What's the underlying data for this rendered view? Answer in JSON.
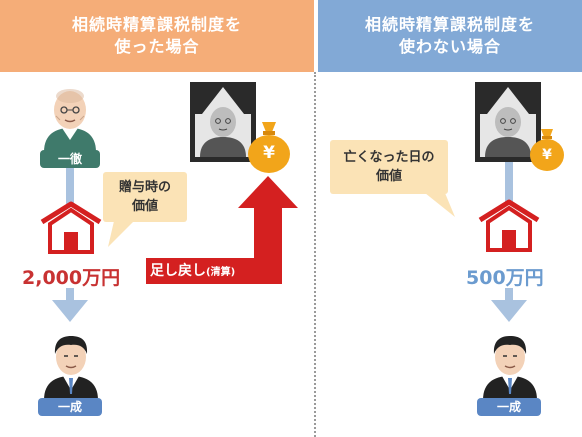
{
  "left_panel": {
    "header": "相続時精算課税制度を\n使った場合",
    "callout": "贈与時の\n価値",
    "amount": "2,000万円",
    "add_back_main": "足し戻し",
    "add_back_sub": "(清算)",
    "giver_name": "一徹",
    "receiver_name": "一成"
  },
  "right_panel": {
    "header": "相続時精算課税制度を\n使わない場合",
    "callout": "亡くなった日の\n価値",
    "amount": "500万円",
    "receiver_name": "一成"
  },
  "money_bag_symbol": "¥",
  "colors": {
    "left_header": "#f5ad78",
    "right_header": "#82a9d6",
    "callout_bg": "#fbe3b6",
    "red_accent": "#d42020",
    "left_amount": "#c83232",
    "right_amount": "#6b9bcf",
    "gold_bag": "#f2a51a",
    "flow_blue": "#a9c2df",
    "giver_label_green": "#3f7a6b",
    "receiver_label_blue": "#5a86c4"
  }
}
